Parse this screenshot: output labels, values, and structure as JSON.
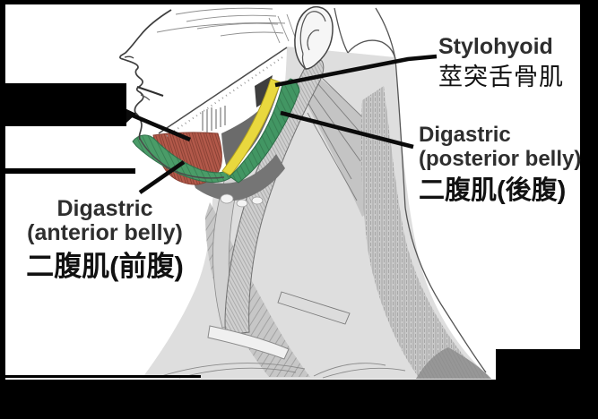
{
  "labels": {
    "stylohyoid": {
      "en": "Stylohyoid",
      "zh": "莖突舌骨肌"
    },
    "digastric_posterior": {
      "en": "Digastric",
      "qualifier": "(posterior belly)",
      "zh": "二腹肌(後腹)"
    },
    "digastric_anterior": {
      "en": "Digastric",
      "qualifier": "(anterior belly)",
      "zh": "二腹肌(前腹)"
    }
  },
  "colors": {
    "stylohyoid_muscle": "#e9d83e",
    "stylohyoid_muscle_edge": "#b1a01f",
    "digastric_anterior_muscle": "#4a9c68",
    "digastric_posterior_muscle": "#429663",
    "digastric_muscle_edge": "#2d6b46",
    "red_muscle_region": "#b3594a",
    "red_muscle_edge": "#8a4236",
    "leader_line": "#0b0b0b",
    "english_text": "#2e2e2e",
    "chinese_text": "#111111",
    "frame": "#000000"
  }
}
